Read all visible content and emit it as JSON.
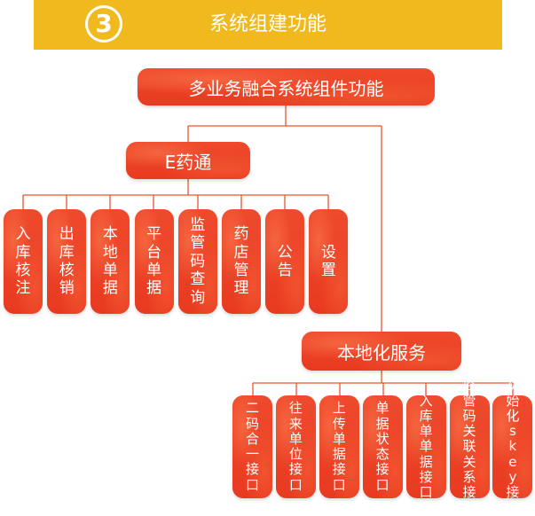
{
  "header": {
    "step_number": "3",
    "title": "系统组建功能"
  },
  "root": {
    "label": "多业务融合系统组件功能"
  },
  "branch_e": {
    "label": "E药通",
    "children": [
      {
        "label": "入库核注"
      },
      {
        "label": "出库核销"
      },
      {
        "label": "本地单据"
      },
      {
        "label": "平台单据"
      },
      {
        "label": "监管码查询"
      },
      {
        "label": "药店管理"
      },
      {
        "label": "公告"
      },
      {
        "label": "设置"
      }
    ]
  },
  "branch_local": {
    "label": "本地化服务",
    "children": [
      {
        "label": "二码合一接口"
      },
      {
        "label": "往来单位接口"
      },
      {
        "label": "上传单据接口"
      },
      {
        "label": "单据状态接口"
      },
      {
        "label": "入库单单据接口"
      },
      {
        "label": "监管码关联关系接口"
      },
      {
        "label": "初始化skey接口"
      }
    ]
  },
  "colors": {
    "banner": "#f0ba1e",
    "box": "#e83a20",
    "connector": "#e8552e"
  }
}
